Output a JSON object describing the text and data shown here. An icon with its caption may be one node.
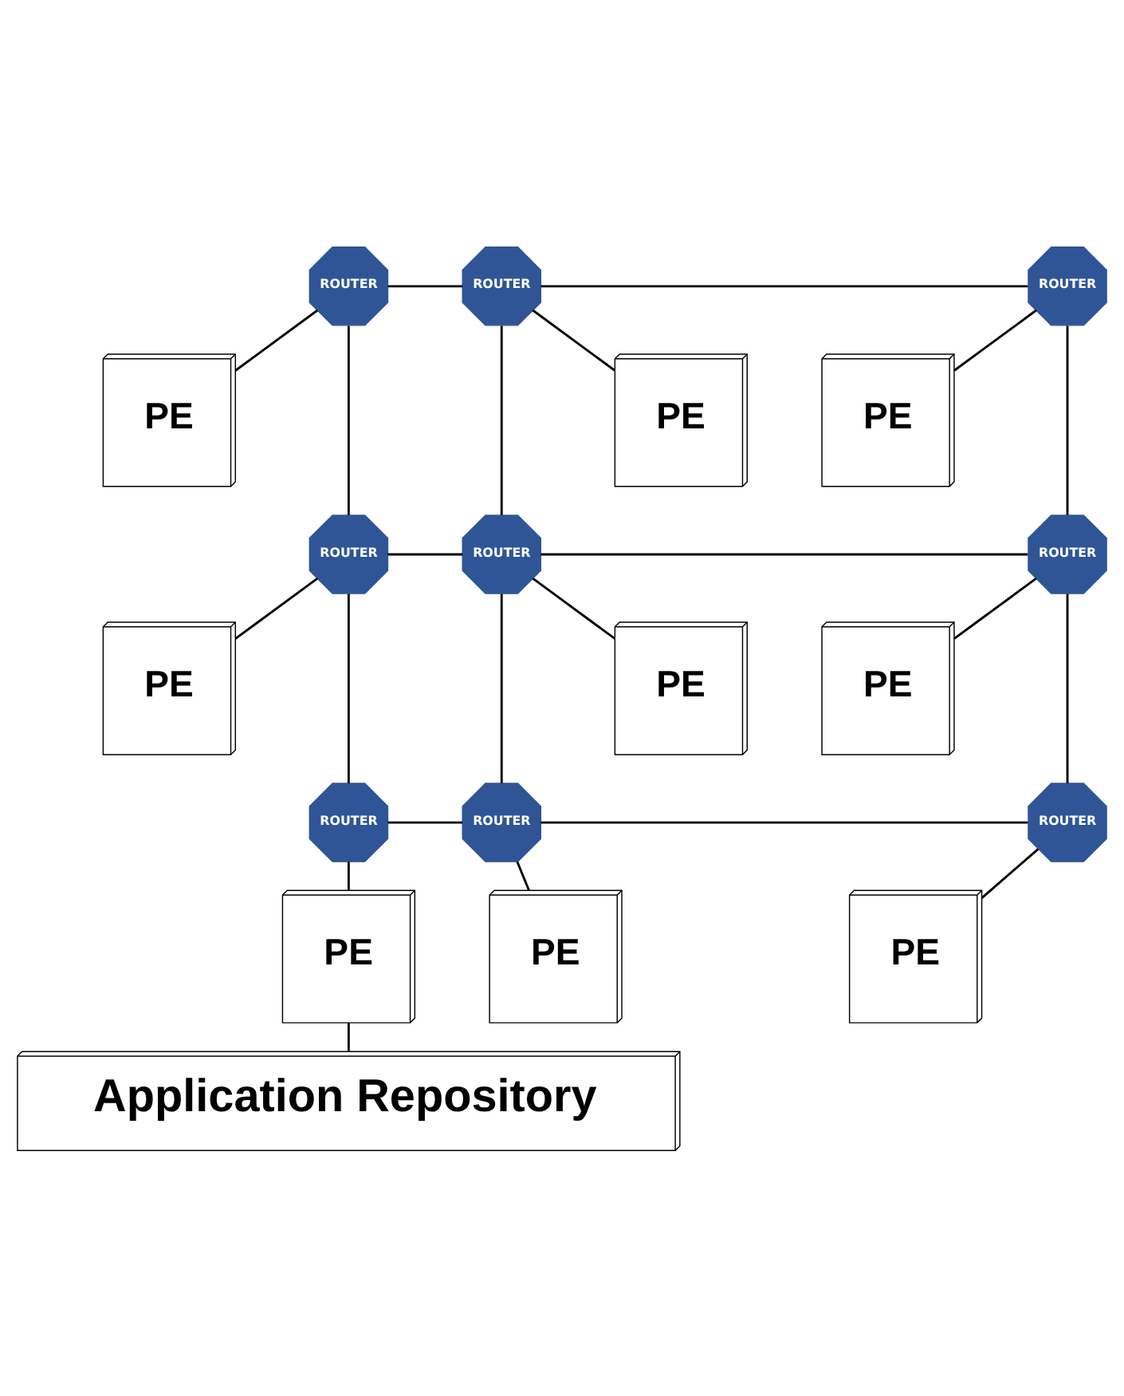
{
  "diagram": {
    "nodes": [
      {
        "text": [
          "ROUTER"
        ]
      },
      {
        "text": [
          "ROUTER"
        ]
      },
      {
        "text": [
          "ROUTER"
        ]
      },
      {
        "text": [
          "PE"
        ]
      },
      {
        "text": [
          "PE"
        ]
      },
      {
        "text": [
          "PE"
        ]
      },
      {
        "text": [
          "ROUTER"
        ]
      },
      {
        "text": [
          "ROUTER"
        ]
      },
      {
        "text": [
          "ROUTER"
        ]
      },
      {
        "text": [
          "PE"
        ]
      },
      {
        "text": [
          "PE"
        ]
      },
      {
        "text": [
          "PE"
        ]
      },
      {
        "text": [
          "ROUTER"
        ]
      },
      {
        "text": [
          "ROUTER"
        ]
      },
      {
        "text": [
          "ROUTER"
        ]
      },
      {
        "text": [
          "PE"
        ]
      },
      {
        "text": [
          "PE"
        ]
      },
      {
        "text": [
          "PE"
        ]
      },
      {
        "text": [
          "Application Repository"
        ]
      }
    ],
    "edges": [
      {
        "from": 0,
        "to": 1,
        "arrow": "none"
      },
      {
        "from": 1,
        "to": 2,
        "arrow": "none"
      },
      {
        "from": 0,
        "to": 3,
        "arrow": "none"
      },
      {
        "from": 1,
        "to": 4,
        "arrow": "none"
      },
      {
        "from": 2,
        "to": 5,
        "arrow": "none"
      },
      {
        "from": 0,
        "to": 6,
        "arrow": "none"
      },
      {
        "from": 1,
        "to": 7,
        "arrow": "none"
      },
      {
        "from": 2,
        "to": 8,
        "arrow": "none"
      },
      {
        "from": 6,
        "to": 7,
        "arrow": "none"
      },
      {
        "from": 7,
        "to": 8,
        "arrow": "none"
      },
      {
        "from": 6,
        "to": 9,
        "arrow": "none"
      },
      {
        "from": 7,
        "to": 10,
        "arrow": "none"
      },
      {
        "from": 8,
        "to": 11,
        "arrow": "none"
      },
      {
        "from": 6,
        "to": 12,
        "arrow": "none"
      },
      {
        "from": 7,
        "to": 13,
        "arrow": "none"
      },
      {
        "from": 8,
        "to": 14,
        "arrow": "none"
      },
      {
        "from": 12,
        "to": 13,
        "arrow": "none"
      },
      {
        "from": 13,
        "to": 14,
        "arrow": "none"
      },
      {
        "from": 12,
        "to": 15,
        "arrow": "none"
      },
      {
        "from": 13,
        "to": 16,
        "arrow": "none"
      },
      {
        "from": 14,
        "to": 17,
        "arrow": "none"
      },
      {
        "from": 15,
        "to": 18,
        "arrow": "none"
      }
    ]
  }
}
